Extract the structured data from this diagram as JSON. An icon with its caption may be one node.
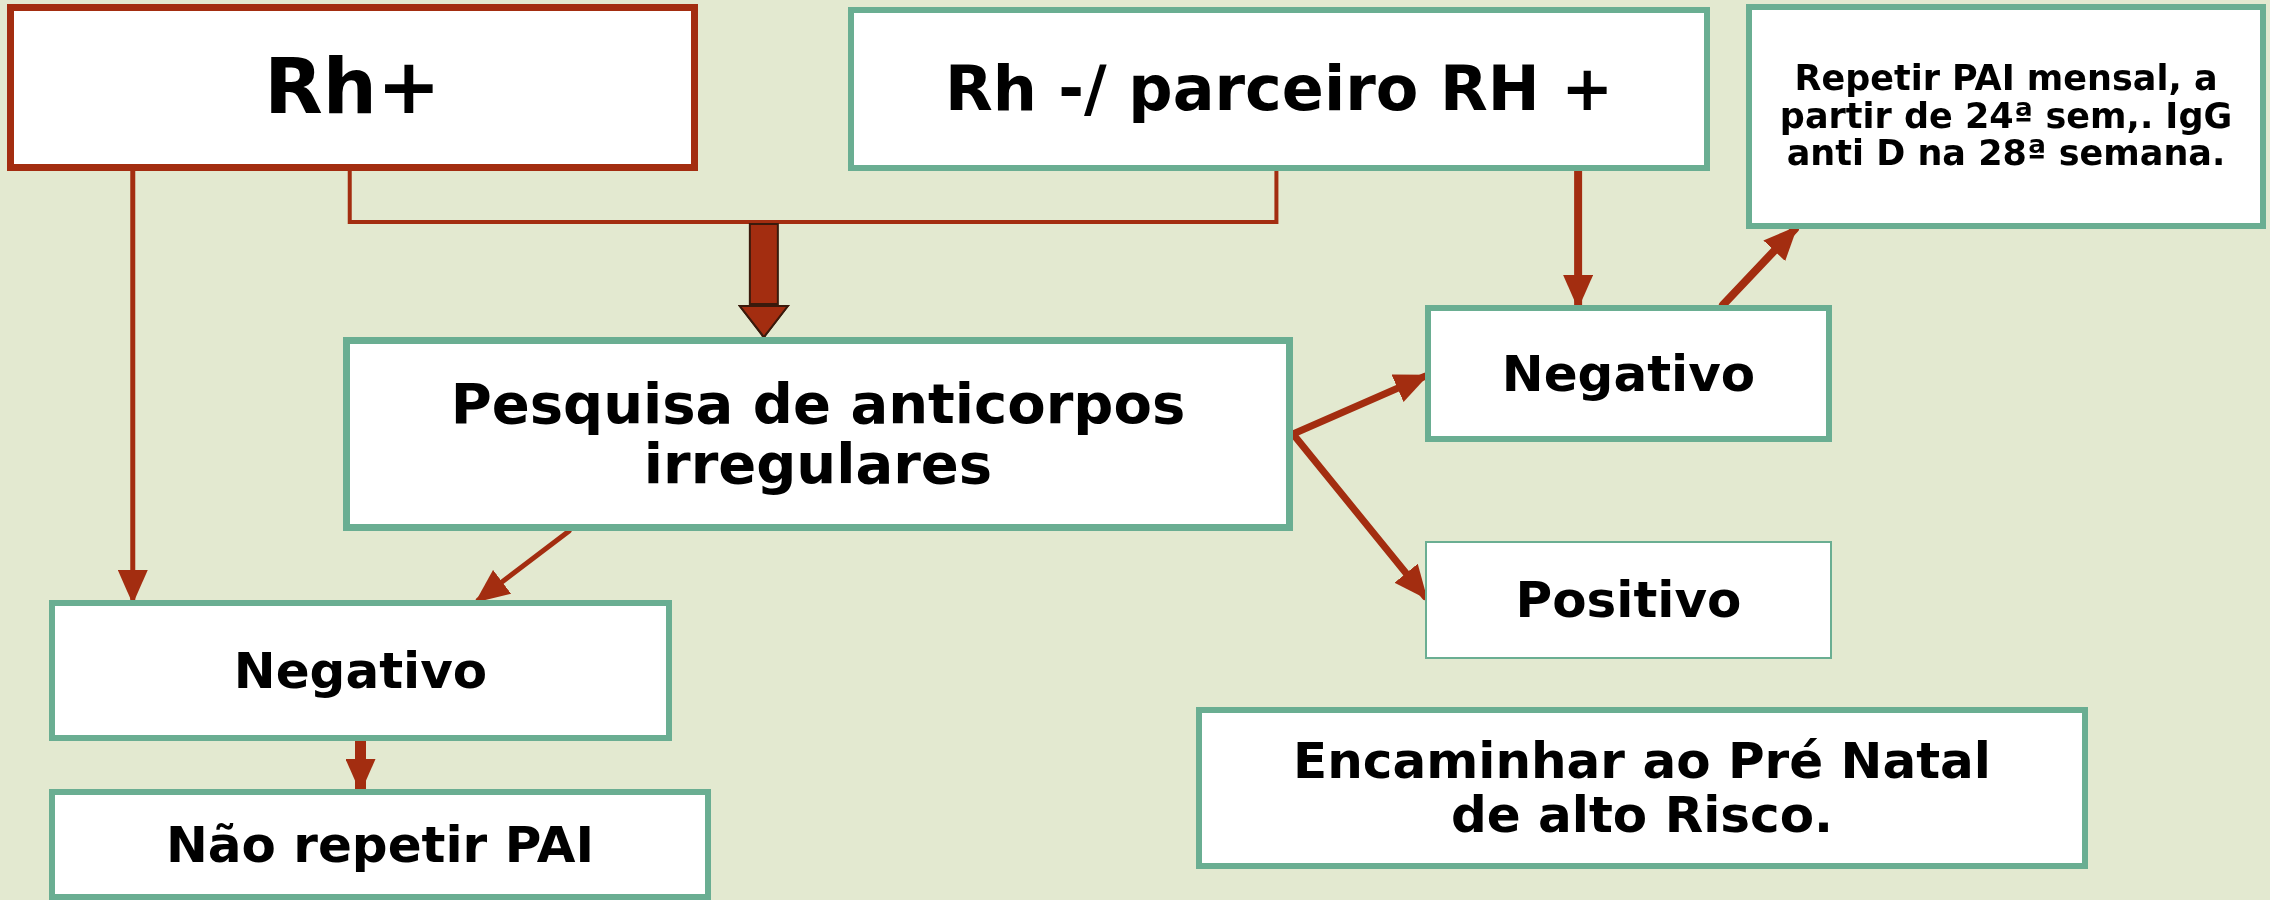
{
  "diagram": {
    "nodes": [
      {
        "text": [
          "Rh+"
        ]
      },
      {
        "text": [
          "Rh -/ parceiro RH +"
        ]
      },
      {
        "text": [
          "Repetir PAI mensal, a partir de 24ª sem,. IgG anti D na 28ª semana."
        ]
      },
      {
        "text": [
          "Pesquisa de anticorpos irregulares"
        ]
      },
      {
        "text": [
          "Negativo"
        ]
      },
      {
        "text": [
          "Positivo"
        ]
      },
      {
        "text": [
          "Encaminhar ao Pré Natal de alto Risco."
        ]
      },
      {
        "text": [
          "Negativo"
        ]
      },
      {
        "text": [
          "Não repetir PAI"
        ]
      }
    ],
    "edges": [
      {
        "from": 0,
        "to": 3,
        "arrow": "to"
      },
      {
        "from": 1,
        "to": 3,
        "arrow": "to"
      },
      {
        "from": 0,
        "to": 7,
        "arrow": "to"
      },
      {
        "from": 1,
        "to": 4,
        "arrow": "to"
      },
      {
        "from": 4,
        "to": 2,
        "arrow": "to"
      },
      {
        "from": 3,
        "to": 7,
        "arrow": "to"
      },
      {
        "from": 3,
        "to": 4,
        "arrow": "to"
      },
      {
        "from": 3,
        "to": 5,
        "arrow": "to"
      },
      {
        "from": 7,
        "to": 8,
        "arrow": "to"
      }
    ]
  }
}
